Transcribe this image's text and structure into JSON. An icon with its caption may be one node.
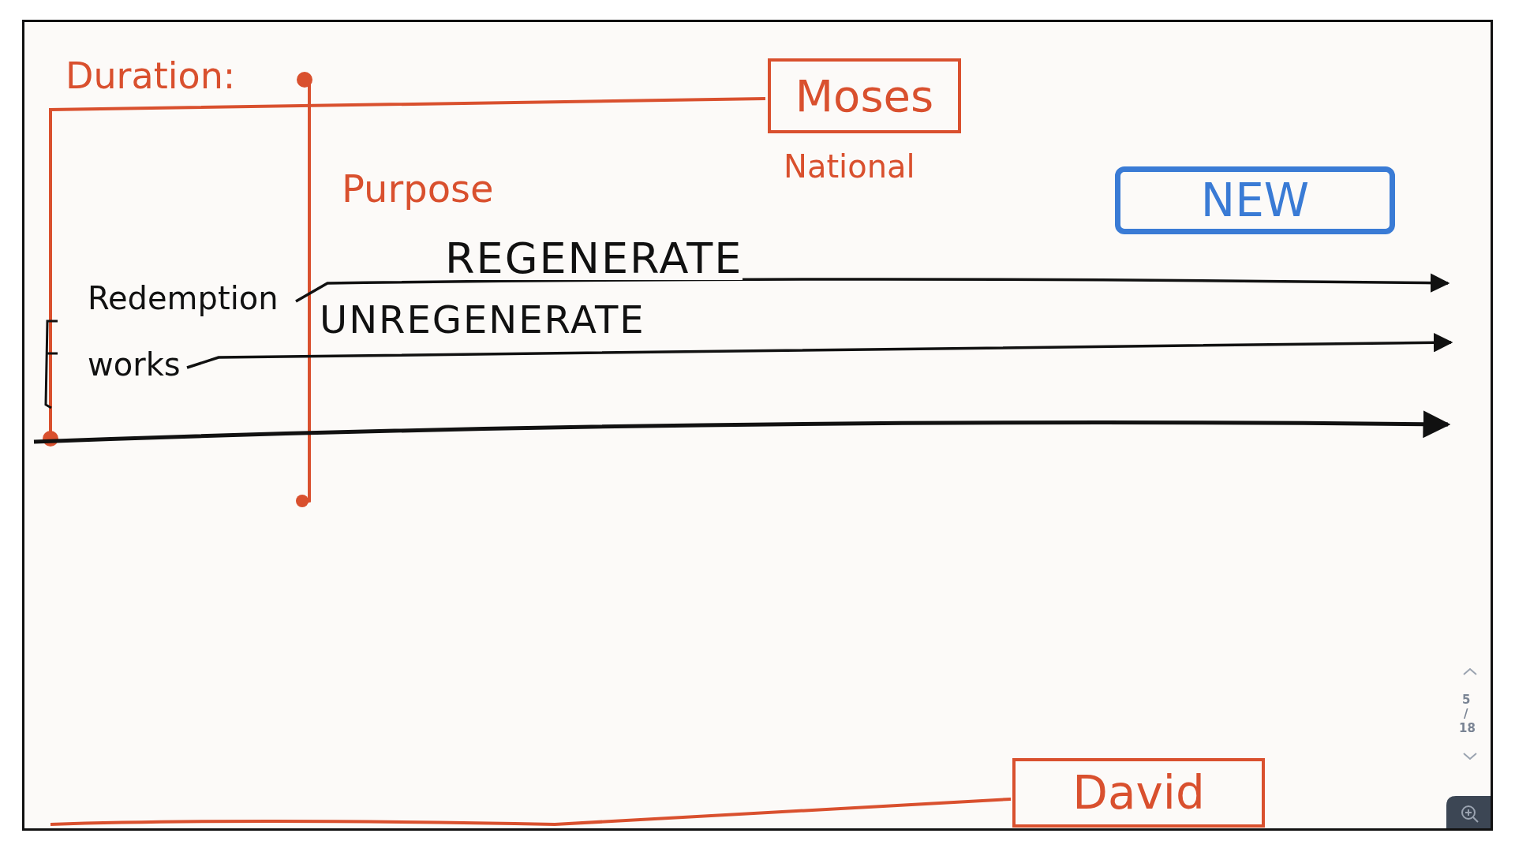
{
  "diagram": {
    "nodes": [
      {
        "text": [
          "Moses"
        ],
        "beside": [
          "National"
        ]
      },
      {
        "text": [
          "NEW"
        ]
      },
      {
        "text": [
          "Redemption"
        ]
      },
      {
        "text": [
          "works"
        ]
      },
      {
        "text": [
          "David"
        ]
      }
    ],
    "edges": [
      {
        "from": 2,
        "to": null,
        "arrow": "to",
        "label": "REGENERATE"
      },
      {
        "from": 3,
        "to": null,
        "arrow": "to",
        "label": "UNREGENERATE"
      }
    ],
    "labels": [
      "Duration:",
      "Purpose",
      "5",
      "/",
      "18"
    ]
  }
}
